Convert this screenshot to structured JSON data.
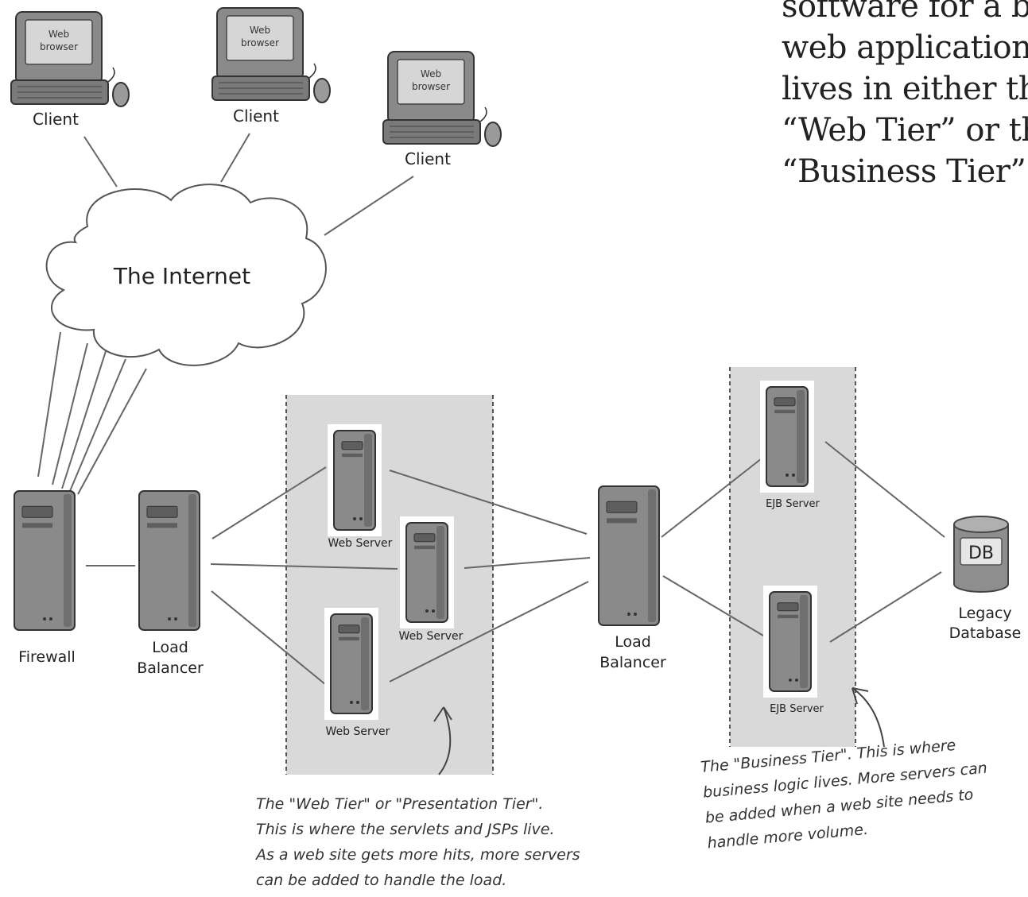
{
  "heading_lines": [
    "software for a big",
    "web application",
    "lives in either the",
    "“Web Tier” or the",
    "“Business Tier”."
  ],
  "screen_label": "Web browser",
  "screen_lines": [
    "Web",
    "browser"
  ],
  "client_label": "Client",
  "internet_label": "The Internet",
  "firewall_label": "Firewall",
  "load_balancer_lines": [
    "Load",
    "Balancer"
  ],
  "web_server_label": "Web Server",
  "ejb_server_label": "EJB Server",
  "db_badge": "DB",
  "database_lines": [
    "Legacy",
    "Database"
  ],
  "web_tier_note_lines": [
    "The \"Web Tier\" or \"Presentation Tier\".",
    "This is where the servlets and JSPs live.",
    "As a web site gets more hits, more servers",
    "can be added to handle the load."
  ],
  "business_tier_note_lines": [
    "The \"Business Tier\".  This is where",
    "business logic lives.  More servers can",
    "be added when a web site needs to",
    "handle more volume."
  ],
  "colors": {
    "tier_shade": "#d9d9d9",
    "server_body": "#8a8a8a",
    "line": "#666666",
    "ink": "#222222"
  }
}
